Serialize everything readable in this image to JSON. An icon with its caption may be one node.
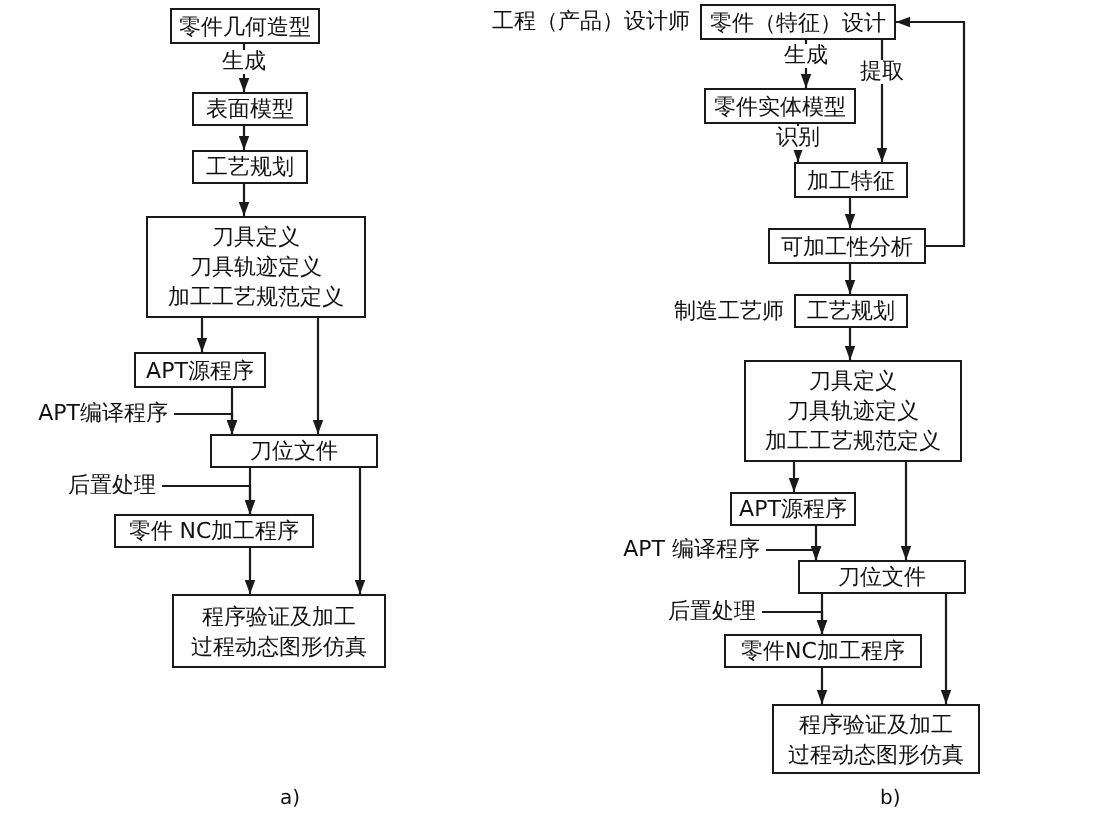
{
  "diagram": {
    "nodes": [
      {
        "text": [
          "零件几何造型"
        ]
      },
      {
        "text": [
          "表面模型"
        ]
      },
      {
        "text": [
          "工艺规划"
        ]
      },
      {
        "text": [
          "刀具定义",
          "刀具轨迹定义",
          "加工工艺规范定义"
        ]
      },
      {
        "text": [
          "APT源程序"
        ]
      },
      {
        "text": [
          "APT编译程序"
        ]
      },
      {
        "text": [
          "刀位文件"
        ]
      },
      {
        "text": [
          "后置处理"
        ]
      },
      {
        "text": [
          "零件 NC加工程序"
        ]
      },
      {
        "text": [
          "程序验证及加工",
          "过程动态图形仿真"
        ]
      },
      {
        "text": [
          "零件（特征）设计"
        ],
        "beside": [
          "工程（产品）设计师"
        ]
      },
      {
        "text": [
          "零件实体模型"
        ]
      },
      {
        "text": [
          "加工特征"
        ]
      },
      {
        "text": [
          "可加工性分析"
        ]
      },
      {
        "text": [
          "工艺规划"
        ],
        "beside": [
          "制造工艺师"
        ]
      },
      {
        "text": [
          "刀具定义",
          "刀具轨迹定义",
          "加工工艺规范定义"
        ]
      },
      {
        "text": [
          "APT源程序"
        ]
      },
      {
        "text": [
          "APT 编译程序"
        ]
      },
      {
        "text": [
          "刀位文件"
        ]
      },
      {
        "text": [
          "后置处理"
        ]
      },
      {
        "text": [
          "零件NC加工程序"
        ]
      },
      {
        "text": [
          "程序验证及加工",
          "过程动态图形仿真"
        ]
      }
    ],
    "edges": [
      {
        "from": 0,
        "to": 1,
        "arrow": "to",
        "label": "生成"
      },
      {
        "from": 1,
        "to": 2,
        "arrow": "to"
      },
      {
        "from": 2,
        "to": 3,
        "arrow": "to"
      },
      {
        "from": 3,
        "to": 4,
        "arrow": "to"
      },
      {
        "from": 3,
        "to": 6,
        "arrow": "to"
      },
      {
        "from": 4,
        "to": 6,
        "arrow": "to"
      },
      {
        "from": 5,
        "to": 6,
        "arrow": "to"
      },
      {
        "from": 6,
        "to": 8,
        "arrow": "to"
      },
      {
        "from": 7,
        "to": 8,
        "arrow": "to"
      },
      {
        "from": 8,
        "to": 9,
        "arrow": "to"
      },
      {
        "from": 6,
        "to": 9,
        "arrow": "to"
      },
      {
        "from": 10,
        "to": 11,
        "arrow": "to",
        "label": "生成"
      },
      {
        "from": 10,
        "to": 12,
        "arrow": "to",
        "label": "提取"
      },
      {
        "from": 11,
        "to": 12,
        "arrow": "to",
        "label": "识别"
      },
      {
        "from": 12,
        "to": 13,
        "arrow": "to"
      },
      {
        "from": 13,
        "to": 10,
        "arrow": "to"
      },
      {
        "from": 13,
        "to": 14,
        "arrow": "to"
      },
      {
        "from": 14,
        "to": 15,
        "arrow": "to"
      },
      {
        "from": 15,
        "to": 16,
        "arrow": "to"
      },
      {
        "from": 15,
        "to": 18,
        "arrow": "to"
      },
      {
        "from": 16,
        "to": 18,
        "arrow": "to"
      },
      {
        "from": 17,
        "to": 18,
        "arrow": "to"
      },
      {
        "from": 18,
        "to": 20,
        "arrow": "to"
      },
      {
        "from": 19,
        "to": 20,
        "arrow": "to"
      },
      {
        "from": 20,
        "to": 21,
        "arrow": "to"
      },
      {
        "from": 18,
        "to": 21,
        "arrow": "to"
      }
    ],
    "labels": [
      "a)",
      "b)"
    ]
  }
}
